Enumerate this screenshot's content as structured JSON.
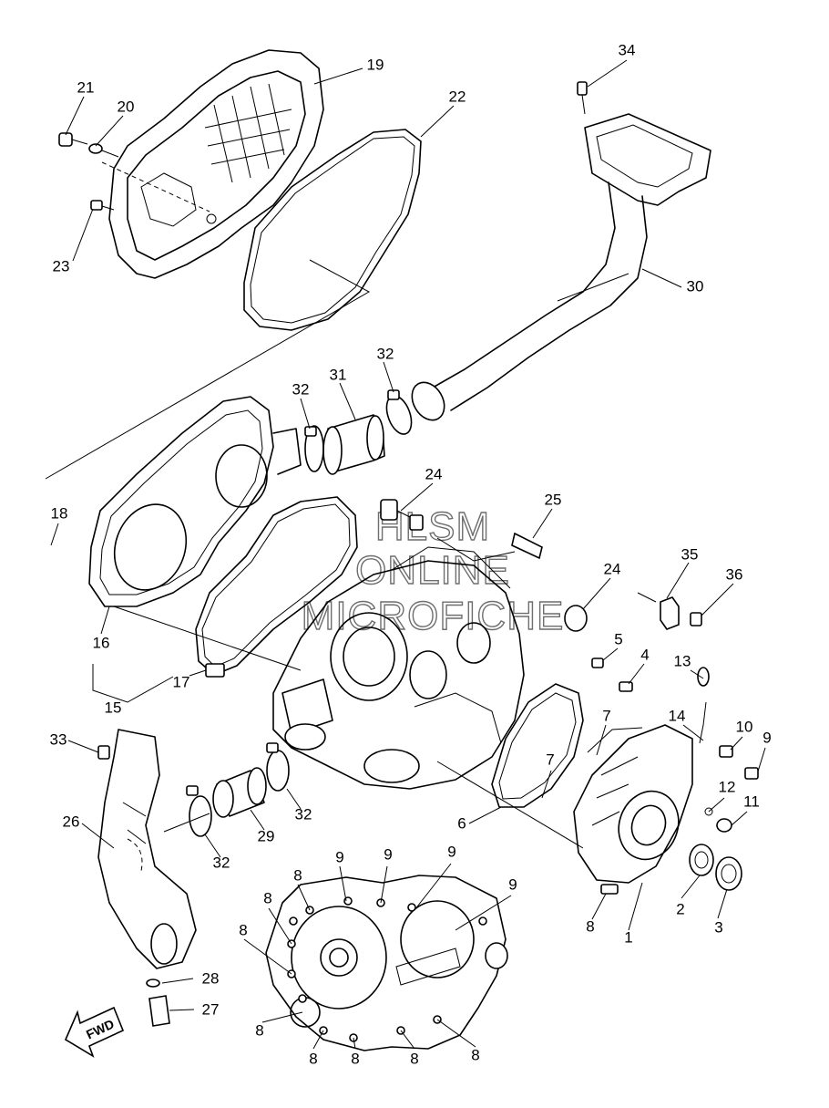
{
  "watermark": {
    "line1": "HLSM",
    "line2": "ONLINE",
    "line3": "MICROFICHE"
  },
  "fwd_label": "FWD",
  "callouts": [
    {
      "id": "c34",
      "text": "34"
    },
    {
      "id": "c19",
      "text": "19"
    },
    {
      "id": "c21",
      "text": "21"
    },
    {
      "id": "c20",
      "text": "20"
    },
    {
      "id": "c22",
      "text": "22"
    },
    {
      "id": "c23",
      "text": "23"
    },
    {
      "id": "c30",
      "text": "30"
    },
    {
      "id": "c32a",
      "text": "32"
    },
    {
      "id": "c32b",
      "text": "32"
    },
    {
      "id": "c31",
      "text": "31"
    },
    {
      "id": "c24a",
      "text": "24"
    },
    {
      "id": "c25",
      "text": "25"
    },
    {
      "id": "c18",
      "text": "18"
    },
    {
      "id": "c24b",
      "text": "24"
    },
    {
      "id": "c35",
      "text": "35"
    },
    {
      "id": "c36",
      "text": "36"
    },
    {
      "id": "c16",
      "text": "16"
    },
    {
      "id": "c5",
      "text": "5"
    },
    {
      "id": "c4",
      "text": "4"
    },
    {
      "id": "c13",
      "text": "13"
    },
    {
      "id": "c17",
      "text": "17"
    },
    {
      "id": "c15",
      "text": "15"
    },
    {
      "id": "c7a",
      "text": "7"
    },
    {
      "id": "c14",
      "text": "14"
    },
    {
      "id": "c10",
      "text": "10"
    },
    {
      "id": "c9a",
      "text": "9"
    },
    {
      "id": "c33",
      "text": "33"
    },
    {
      "id": "c7b",
      "text": "7"
    },
    {
      "id": "c12",
      "text": "12"
    },
    {
      "id": "c11",
      "text": "11"
    },
    {
      "id": "c32c",
      "text": "32"
    },
    {
      "id": "c26",
      "text": "26"
    },
    {
      "id": "c6",
      "text": "6"
    },
    {
      "id": "c29",
      "text": "29"
    },
    {
      "id": "c32d",
      "text": "32"
    },
    {
      "id": "c9b",
      "text": "9"
    },
    {
      "id": "c9c",
      "text": "9"
    },
    {
      "id": "c9d",
      "text": "9"
    },
    {
      "id": "c9e",
      "text": "9"
    },
    {
      "id": "c8a",
      "text": "8"
    },
    {
      "id": "c8b",
      "text": "8"
    },
    {
      "id": "c2",
      "text": "2"
    },
    {
      "id": "c3",
      "text": "3"
    },
    {
      "id": "c8c",
      "text": "8"
    },
    {
      "id": "c1",
      "text": "1"
    },
    {
      "id": "c8d",
      "text": "8"
    },
    {
      "id": "c28",
      "text": "28"
    },
    {
      "id": "c27",
      "text": "27"
    },
    {
      "id": "c8e",
      "text": "8"
    },
    {
      "id": "c8f",
      "text": "8"
    },
    {
      "id": "c8g",
      "text": "8"
    },
    {
      "id": "c8h",
      "text": "8"
    },
    {
      "id": "c8i",
      "text": "8"
    }
  ]
}
